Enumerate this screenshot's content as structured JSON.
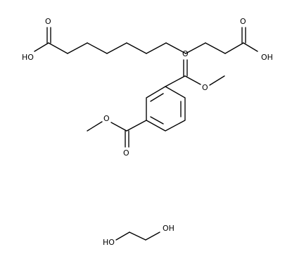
{
  "figure": {
    "background": "#ffffff",
    "line_color": "#000000"
  },
  "molecules": {
    "nonanedioic_acid": {
      "atom_labels": {
        "o_top_left": "O",
        "oh_left": "HO",
        "o_top_right": "O",
        "oh_right": "OH"
      }
    },
    "dimethyl_terephthalate": {
      "atom_labels": {
        "o_top_carbonyl": "O",
        "o_top_ester": "O",
        "o_bottom_ester": "O",
        "o_bottom_carbonyl": "O"
      }
    },
    "ethylene_glycol": {
      "atom_labels": {
        "oh_left": "HO",
        "oh_right": "OH"
      }
    }
  }
}
